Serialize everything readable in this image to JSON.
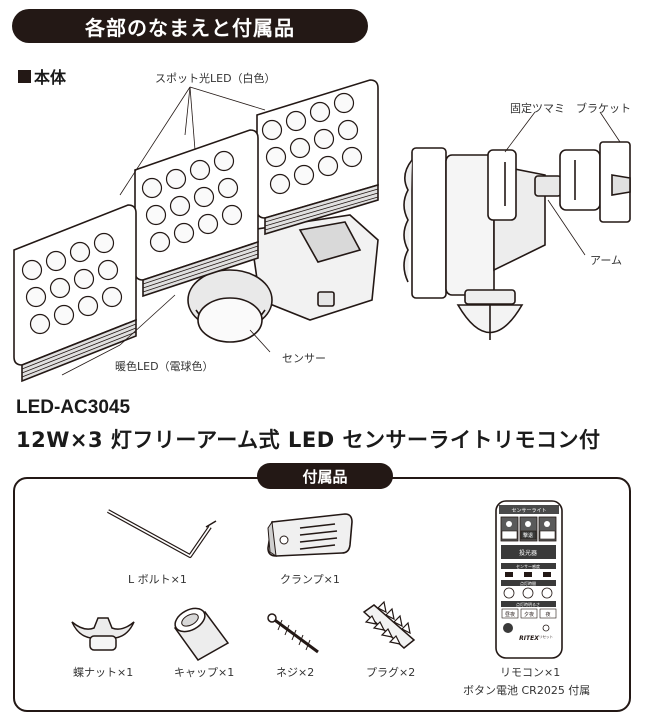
{
  "heading": "各部のなまえと付属品",
  "section_main": "本体",
  "labels": {
    "spot_led": "スポット光LED（白色）",
    "warm_led": "暖色LED（電球色）",
    "sensor": "センサー",
    "knob": "固定ツマミ",
    "bracket": "ブラケット",
    "arm": "アーム"
  },
  "model": "LED-AC3045",
  "product_name": "12W×3 灯フリーアーム式 LED センサーライトリモコン付",
  "accessories": {
    "title": "付属品",
    "items": {
      "l_bolt": "L ボルト×1",
      "clamp": "クランプ×1",
      "wing_nut": "蝶ナット×1",
      "cap": "キャップ×1",
      "screw": "ネジ×2",
      "plug": "プラグ×2",
      "remote": "リモコン×1",
      "battery": "ボタン電池 CR2025 付属"
    }
  },
  "remote": {
    "header": "センサーライト",
    "row1": [
      "",
      "撃退",
      ""
    ],
    "mode_button": "投光器",
    "sensitivity": "センサー感度",
    "time": "点灯時間",
    "brightness": "点灯時明るさ",
    "bottom_buttons": [
      "昼夜",
      "夕夜",
      "夜"
    ],
    "brand": "RITEX",
    "reset": "リセット"
  }
}
